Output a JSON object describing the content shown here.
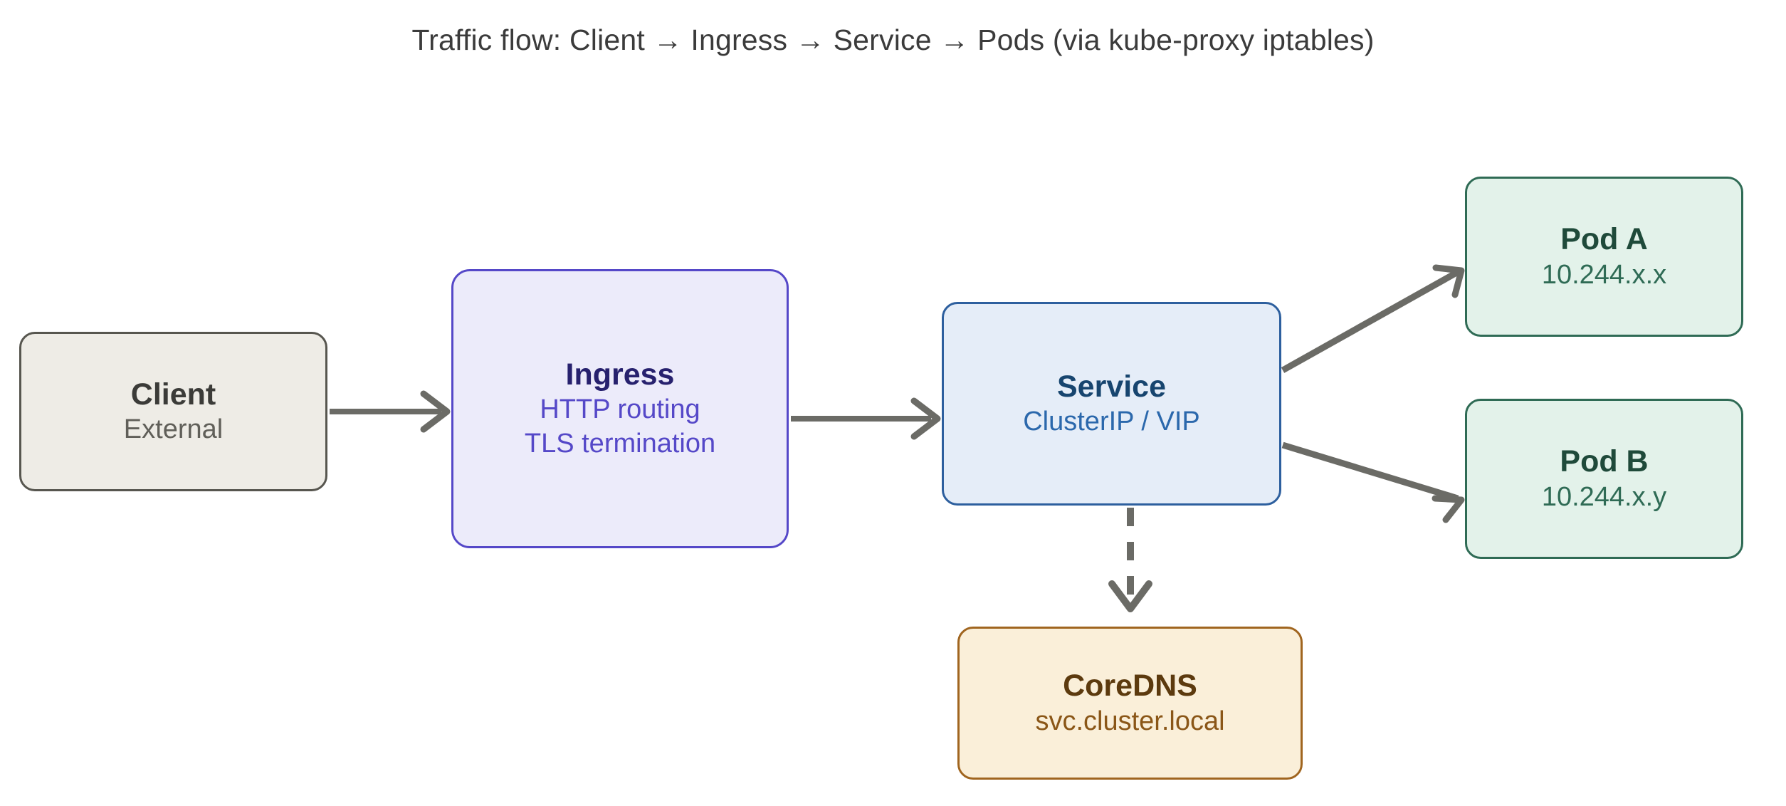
{
  "diagram": {
    "title": "Traffic flow: Client → Ingress → Service → Pods (via kube-proxy iptables)",
    "type": "flowchart",
    "direction": "left-to-right",
    "background_color": "#ffffff",
    "nodes": [
      {
        "id": "client",
        "title": "Client",
        "subtitle": "External",
        "fill": "#eeece6",
        "stroke": "#57564f",
        "title_color": "#3b3b38",
        "subtitle_color": "#605f59"
      },
      {
        "id": "ingress",
        "title": "Ingress",
        "subtitle_line1": "HTTP routing",
        "subtitle_line2": "TLS termination",
        "fill": "#ecebfa",
        "stroke": "#5548c8",
        "title_color": "#27216e",
        "subtitle_color": "#5548c8"
      },
      {
        "id": "service",
        "title": "Service",
        "subtitle": "ClusterIP / VIP",
        "fill": "#e5edf8",
        "stroke": "#2d5f9e",
        "title_color": "#17456f",
        "subtitle_color": "#2b68ac"
      },
      {
        "id": "pod-a",
        "title": "Pod A",
        "subtitle": "10.244.x.x",
        "fill": "#e3f2ea",
        "stroke": "#2f6b55",
        "title_color": "#1f4a3a",
        "subtitle_color": "#2f6b55"
      },
      {
        "id": "pod-b",
        "title": "Pod B",
        "subtitle": "10.244.x.y",
        "fill": "#e3f2ea",
        "stroke": "#2f6b55",
        "title_color": "#1f4a3a",
        "subtitle_color": "#2f6b55"
      },
      {
        "id": "coredns",
        "title": "CoreDNS",
        "subtitle": "svc.cluster.local",
        "fill": "#faefd9",
        "stroke": "#a0651f",
        "title_color": "#5c3a0e",
        "subtitle_color": "#8a5617"
      }
    ],
    "edges": [
      {
        "id": "client-to-ingress",
        "from": "client",
        "to": "ingress",
        "style": "solid",
        "arrow": "open-v",
        "color": "#6b6b66"
      },
      {
        "id": "ingress-to-service",
        "from": "ingress",
        "to": "service",
        "style": "solid",
        "arrow": "open-v",
        "color": "#6b6b66"
      },
      {
        "id": "service-to-pod-a",
        "from": "service",
        "to": "pod-a",
        "style": "solid",
        "arrow": "open-v",
        "color": "#6b6b66"
      },
      {
        "id": "service-to-pod-b",
        "from": "service",
        "to": "pod-b",
        "style": "solid",
        "arrow": "open-v",
        "color": "#6b6b66"
      },
      {
        "id": "service-to-coredns",
        "from": "service",
        "to": "coredns",
        "style": "dashed",
        "arrow": "open-v",
        "color": "#6b6b66"
      }
    ]
  }
}
